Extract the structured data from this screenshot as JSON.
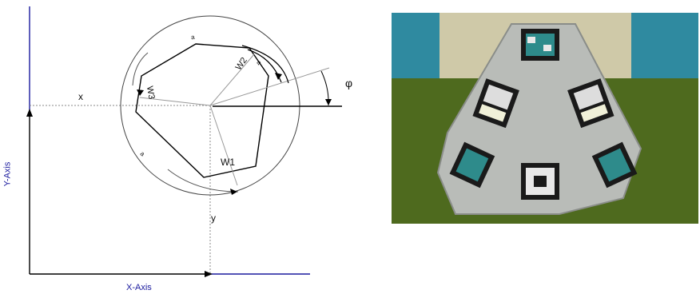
{
  "diagram": {
    "x_axis_label": "X-Axis",
    "y_axis_label": "Y-Axis",
    "x_label": "x",
    "y_label": "y",
    "phi_label": "φ",
    "wheel_labels": [
      "W1",
      "W2",
      "W3"
    ],
    "arc_label": "a",
    "axis_color": "#1a1a9e",
    "line_color": "#000000",
    "guide_color": "#888888"
  },
  "photo": {
    "subject": "triangular omnidirectional robot platform with three wheels and colored marker patches",
    "floor_color": "#4e6a1e",
    "body_color": "#b9bcb8"
  }
}
